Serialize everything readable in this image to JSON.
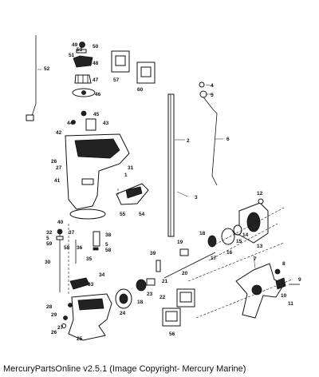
{
  "footer": {
    "caption": "MercuryPartsOnline v2.5.1 (Image Copyright- Mercury Marine)"
  },
  "callouts": {
    "n2": "2",
    "n3": "3",
    "n4": "4",
    "n5": "5",
    "n6": "6",
    "n7": "7",
    "n8": "8",
    "n9": "9",
    "n10": "10",
    "n11": "11",
    "n12": "12",
    "n13": "13",
    "n14": "14",
    "n15": "15",
    "n16": "16",
    "n17": "17",
    "n18a": "18",
    "n18b": "18",
    "n19": "19",
    "n20": "20",
    "n21": "21",
    "n22": "22",
    "n23": "23",
    "n24": "24",
    "n25": "25",
    "n26a": "26",
    "n26b": "26",
    "n27a": "27",
    "n27b": "27",
    "n28": "28",
    "n29": "29",
    "n30": "30",
    "n31": "31",
    "n32": "32",
    "n33": "33",
    "n34": "34",
    "n35": "35",
    "n36": "36",
    "n37": "37",
    "n38": "38",
    "n39": "39",
    "n40": "40",
    "n41": "41",
    "n42": "42",
    "n43": "43",
    "n44": "44",
    "n45": "45",
    "n46": "46",
    "n47": "47",
    "n48": "48",
    "n49": "49",
    "n50": "50",
    "n51": "51",
    "n52": "52",
    "n53": "53",
    "n54": "54",
    "n55": "55",
    "n56": "56",
    "n57": "57",
    "n58a": "58",
    "n58b": "58",
    "n59": "59",
    "n60": "60",
    "n1": "1"
  }
}
